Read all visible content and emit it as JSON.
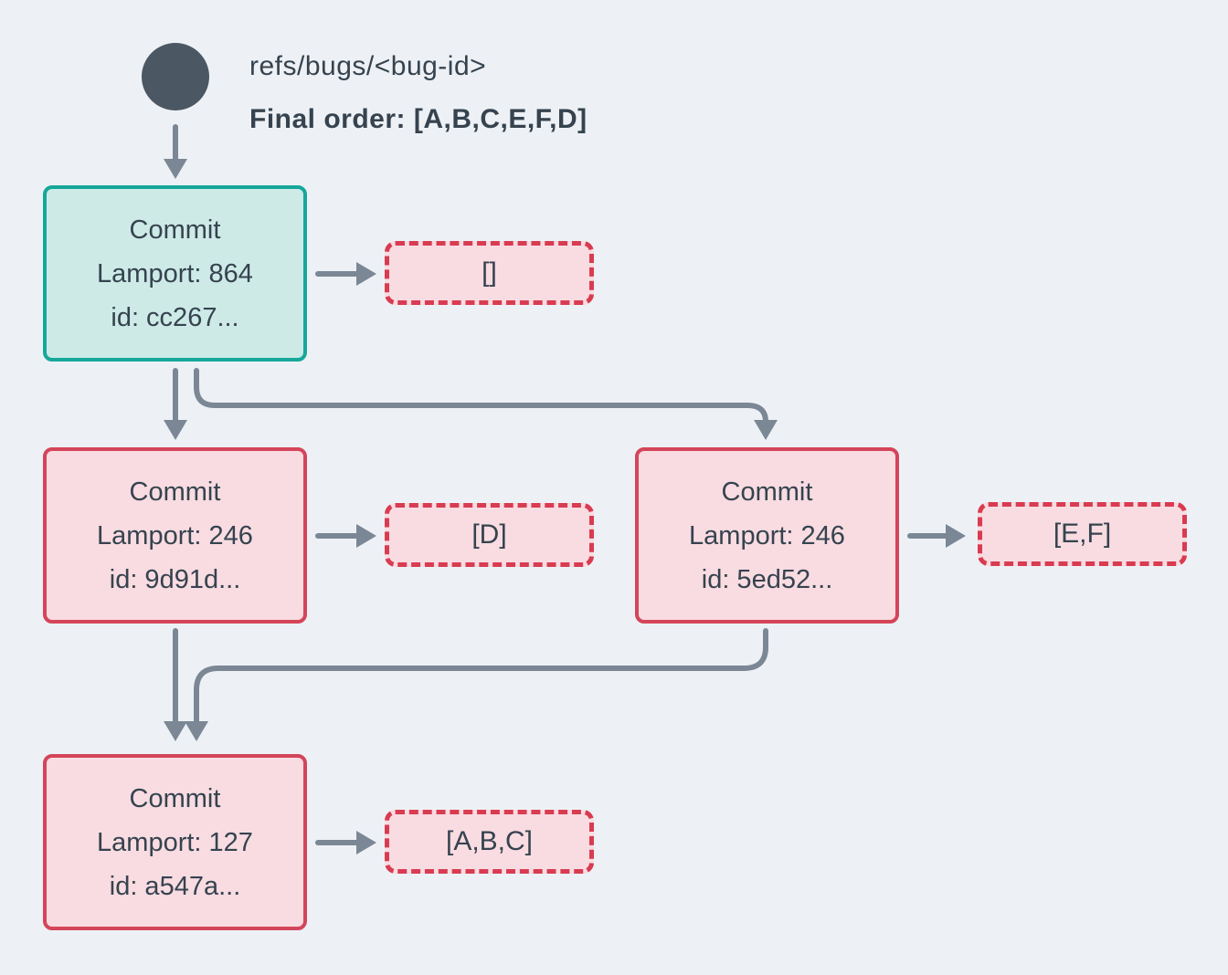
{
  "header": {
    "ref_label": "refs/bugs/<bug-id>",
    "final_order_label": "Final order: [A,B,C,E,F,D]"
  },
  "nodes": {
    "root": {
      "title": "Commit",
      "lamport": "Lamport: 864",
      "id": "id: cc267...",
      "ops": "[]"
    },
    "left": {
      "title": "Commit",
      "lamport": "Lamport: 246",
      "id": "id: 9d91d...",
      "ops": "[D]"
    },
    "right": {
      "title": "Commit",
      "lamport": "Lamport: 246",
      "id": "id: 5ed52...",
      "ops": "[E,F]"
    },
    "bottom": {
      "title": "Commit",
      "lamport": "Lamport: 127",
      "id": "id: a547a...",
      "ops": "[A,B,C]"
    }
  },
  "colors": {
    "background": "#edf1f5",
    "ref_circle": "#4b5763",
    "arrow": "#7b8795",
    "text": "#36434f",
    "node_teal_border": "#16a79a",
    "node_teal_fill": "#cdeae7",
    "node_red_border": "#d4455a",
    "node_red_fill": "#f8dce1",
    "ops_dashed_border": "#d93b51",
    "ops_fill": "#f8dce1"
  }
}
